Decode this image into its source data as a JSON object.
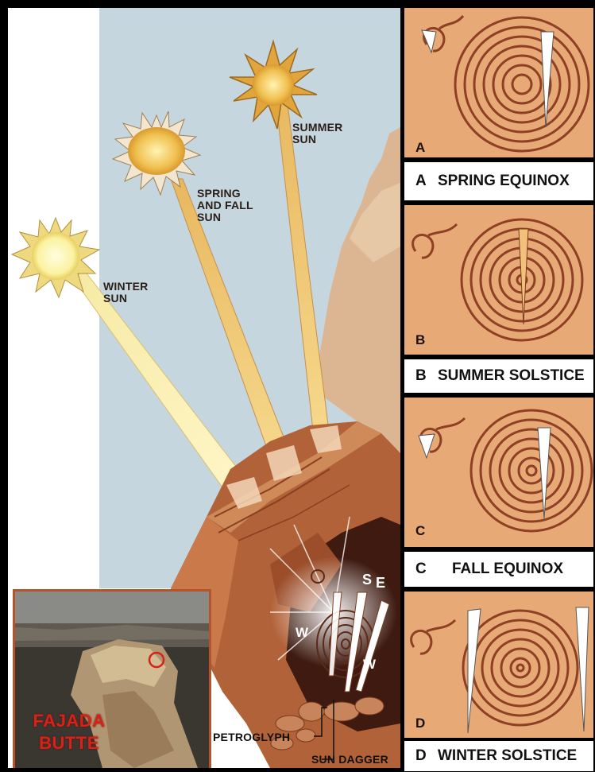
{
  "illustration": {
    "labels": {
      "summer_sun": [
        "SUMMER",
        "SUN"
      ],
      "spring_fall_sun": [
        "SPRING",
        "AND FALL",
        "SUN"
      ],
      "winter_sun": [
        "WINTER",
        "SUN"
      ],
      "petroglyph": "PETROGLYPH",
      "sun_dagger": "SUN DAGGER",
      "compass_s": "S",
      "compass_e": "E",
      "compass_w1": "W",
      "compass_w2": "W"
    },
    "photo": {
      "label": [
        "FAJADA",
        "BUTTE"
      ]
    }
  },
  "panels": [
    {
      "letter": "A",
      "caption_letter": "A",
      "caption_text": "SPRING EQUINOX"
    },
    {
      "letter": "B",
      "caption_letter": "B",
      "caption_text": "SUMMER SOLSTICE"
    },
    {
      "letter": "C",
      "caption_letter": "C",
      "caption_text": "FALL EQUINOX"
    },
    {
      "letter": "D",
      "caption_letter": "D",
      "caption_text": "WINTER SOLSTICE"
    }
  ],
  "colors": {
    "sky": "#c5d6df",
    "rock": "#b26238",
    "petroglyph_stone": "#e7aa76",
    "photo_label": "#d42318",
    "sun": "#f0c050"
  }
}
